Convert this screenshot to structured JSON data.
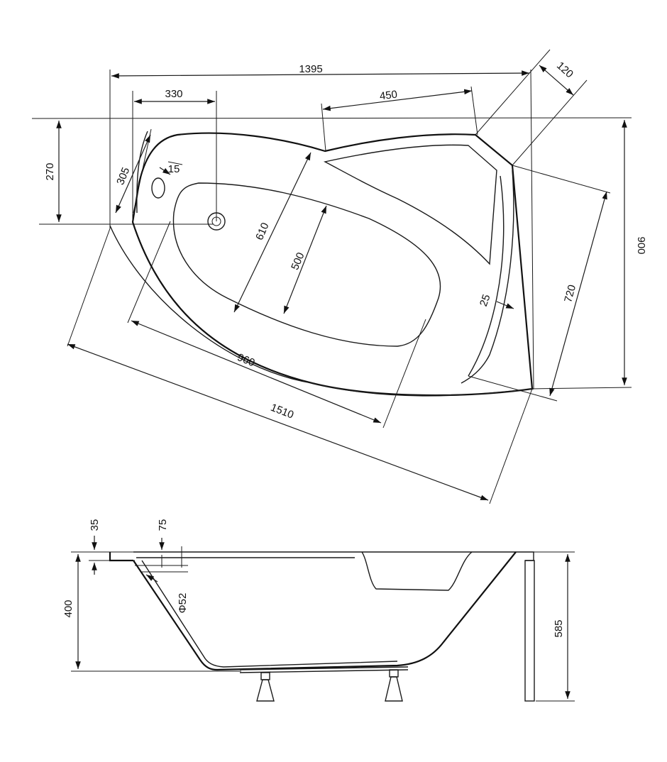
{
  "top_view": {
    "dimensions": {
      "overall_length": "1395",
      "inner_offset": "120",
      "drain_offset": "330",
      "side_length": "450",
      "corner_height": "270",
      "headrest_width": "305",
      "rim_gap": "15",
      "width_610": "610",
      "width_500": "500",
      "rim_width": "25",
      "depth": "720",
      "overall_width": "900",
      "inner_length": "960",
      "diagonal_length": "1510"
    }
  },
  "side_view": {
    "dimensions": {
      "rim_thickness": "35",
      "overflow_offset": "75",
      "drain_diameter": "Φ52",
      "basin_depth": "400",
      "total_height": "585"
    }
  }
}
